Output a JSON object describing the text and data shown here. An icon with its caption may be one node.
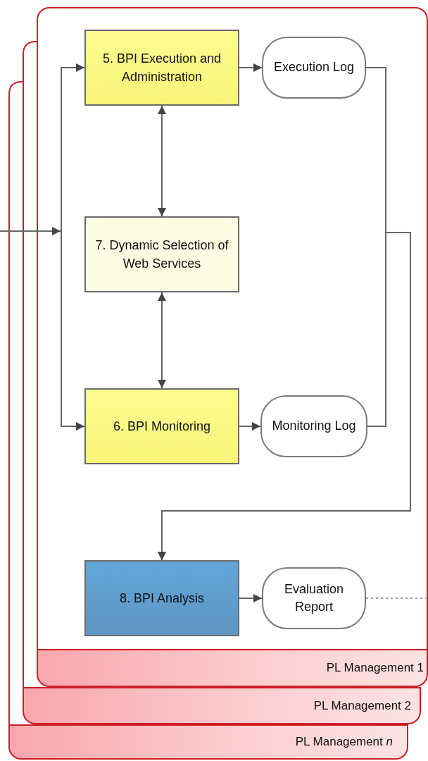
{
  "diagram": {
    "nodes": [
      {
        "text": [
          "PL Management *n*"
        ]
      },
      {
        "text": [
          "PL Management 2"
        ]
      },
      {
        "text": [
          "PL Management 1"
        ]
      },
      {
        "text": [
          "5. BPI Execution and Administration"
        ],
        "in": 2
      },
      {
        "text": [
          "Execution Log"
        ],
        "in": 2
      },
      {
        "text": [
          "7. Dynamic Selection of Web Services"
        ],
        "in": 2
      },
      {
        "text": [
          "6. BPI Monitoring"
        ],
        "in": 2
      },
      {
        "text": [
          "Monitoring Log"
        ],
        "in": 2
      },
      {
        "text": [
          "8. BPI Analysis"
        ],
        "in": 2
      },
      {
        "text": [
          "Evaluation Report"
        ],
        "in": 2
      }
    ],
    "edges": [
      {
        "from": null,
        "to": 3,
        "arrow": "to"
      },
      {
        "from": null,
        "to": 6,
        "arrow": "to"
      },
      {
        "from": 3,
        "to": 5,
        "arrow": "both"
      },
      {
        "from": 5,
        "to": 6,
        "arrow": "both"
      },
      {
        "from": 3,
        "to": 4,
        "arrow": "to"
      },
      {
        "from": 6,
        "to": 7,
        "arrow": "to"
      },
      {
        "from": 4,
        "to": 8,
        "arrow": "to"
      },
      {
        "from": 7,
        "to": 8,
        "arrow": "to"
      },
      {
        "from": 8,
        "to": 9,
        "arrow": "to"
      },
      {
        "from": 9,
        "to": null,
        "arrow": "none",
        "style": "dashed"
      }
    ]
  }
}
